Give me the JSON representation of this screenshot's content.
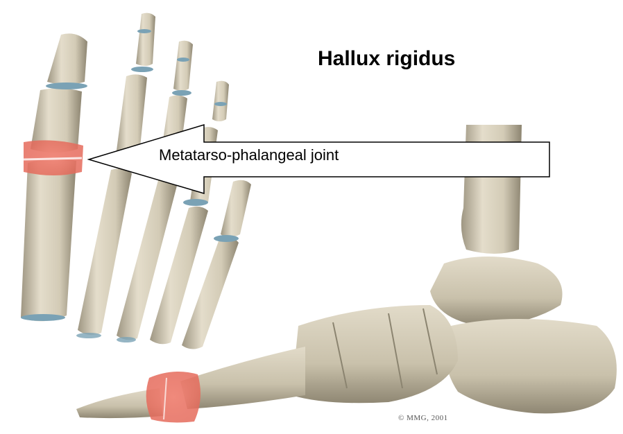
{
  "title": "Hallux rigidus",
  "arrow_label": "Metatarso-phalangeal joint",
  "copyright": "© MMG, 2001",
  "colors": {
    "background": "#ffffff",
    "bone": "#d9d2c0",
    "bone_shade": "#a79f8a",
    "cartilage": "#7aa2b5",
    "inflamed_joint": "#e8776a",
    "arrow_fill": "#ffffff",
    "arrow_stroke": "#000000",
    "text": "#000000"
  }
}
